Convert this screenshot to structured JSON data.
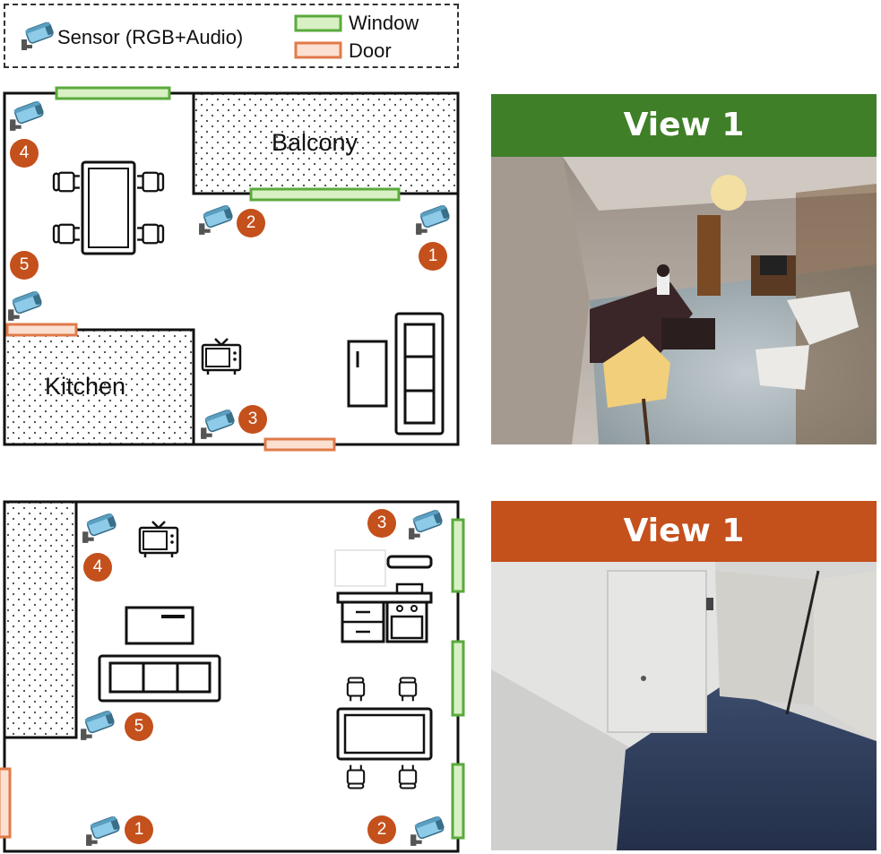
{
  "legend": {
    "sensor_label": "Sensor (RGB+Audio)",
    "window_label": "Window",
    "door_label": "Door"
  },
  "plan1": {
    "balcony_label": "Balcony",
    "kitchen_label": "Kitchen",
    "sensor_numbers": [
      "1",
      "2",
      "3",
      "4",
      "5"
    ]
  },
  "plan2": {
    "sensor_numbers": [
      "1",
      "2",
      "3",
      "4",
      "5"
    ]
  },
  "views": {
    "view_top_title": "View 1",
    "view_bottom_title": "View 1"
  },
  "colors": {
    "window_fill": "#d8f0c4",
    "window_stroke": "#5aaa3c",
    "door_fill": "#fbe0d2",
    "door_stroke": "#e07a4a",
    "badge": "#c4501c",
    "view_top_header": "#3f7f28",
    "view_bottom_header": "#c4501c"
  }
}
